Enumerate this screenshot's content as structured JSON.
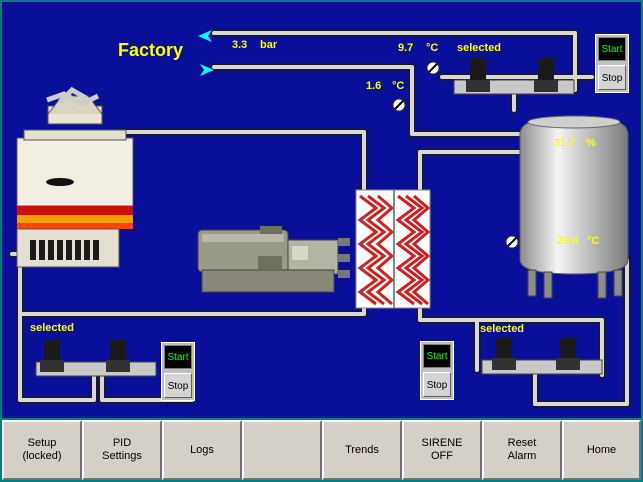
{
  "title": "Factory",
  "readouts": {
    "pressure_value": "3.3",
    "pressure_unit": "bar",
    "temp_top_value": "9.7",
    "temp_top_unit": "°C",
    "temp_mid_value": "1.6",
    "temp_mid_unit": "°C",
    "tank_level_value": "31.7",
    "tank_level_unit": "%",
    "tank_temp_value": "28.6",
    "tank_temp_unit": "°C"
  },
  "pump_groups": {
    "top_right": "selected",
    "bottom_left": "selected",
    "bottom_right": "selected"
  },
  "controls": {
    "start_label": "Start",
    "stop_label": "Stop"
  },
  "toolbar": [
    {
      "label": "Setup\n(locked)"
    },
    {
      "label": "PID\nSettings"
    },
    {
      "label": "Logs"
    },
    {
      "label": ""
    },
    {
      "label": "Trends"
    },
    {
      "label": "SIRENE\nOFF"
    },
    {
      "label": "Reset\nAlarm"
    },
    {
      "label": "Home"
    }
  ],
  "colors": {
    "background": "#0a0f9a",
    "label": "#ffff00",
    "pipe": "#dcdcdc",
    "start_text": "#00ff00"
  }
}
